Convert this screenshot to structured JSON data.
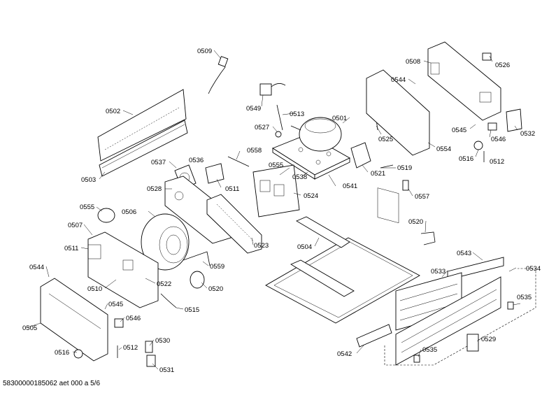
{
  "document_id": "58300000185062 aet 000 a 5/6",
  "labels": {
    "p0509": "0509",
    "p0508": "0508",
    "p0526": "0526",
    "p0544a": "0544",
    "p0502": "0502",
    "p0549": "0549",
    "p0513": "0513",
    "p0501": "0501",
    "p0527": "0527",
    "p0525": "0525",
    "p0545a": "0545",
    "p0532": "0532",
    "p0546a": "0546",
    "p0554": "0554",
    "p0516a": "0516",
    "p0512a": "0512",
    "p0503": "0503",
    "p0537": "0537",
    "p0536": "0536",
    "p0558": "0558",
    "p0555a": "0555",
    "p0538": "0538",
    "p0521": "0521",
    "p0519": "0519",
    "p0528": "0528",
    "p0511a": "0511",
    "p0541": "0541",
    "p0524": "0524",
    "p0557": "0557",
    "p0555b": "0555",
    "p0506": "0506",
    "p0520a": "0520",
    "p0507": "0507",
    "p0523": "0523",
    "p0504": "0504",
    "p0511b": "0511",
    "p0559": "0559",
    "p0543": "0543",
    "p0544b": "0544",
    "p0533": "0533",
    "p0534": "0534",
    "p0510": "0510",
    "p0522": "0522",
    "p0520b": "0520",
    "p0545b": "0545",
    "p0515": "0515",
    "p0535a": "0535",
    "p0546b": "0546",
    "p0505": "0505",
    "p0530": "0530",
    "p0542": "0542",
    "p0529": "0529",
    "p0516b": "0516",
    "p0512b": "0512",
    "p0535b": "0535",
    "p0531": "0531"
  }
}
